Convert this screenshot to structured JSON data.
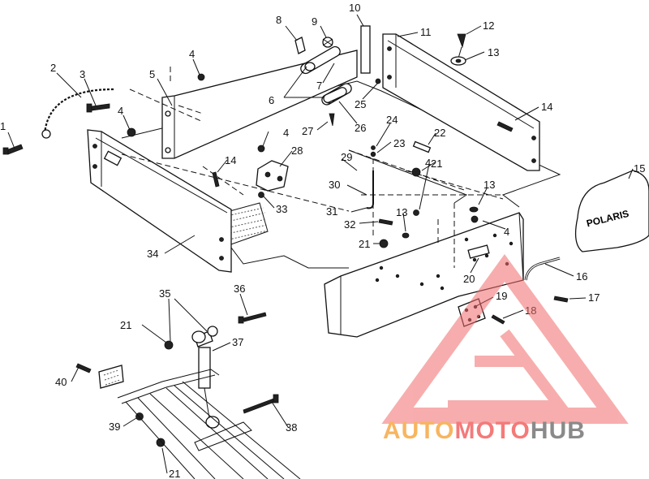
{
  "figure": {
    "callouts": [
      {
        "id": "c1",
        "label": "1"
      },
      {
        "id": "c2",
        "label": "2"
      },
      {
        "id": "c3",
        "label": "3"
      },
      {
        "id": "c4a",
        "label": "4"
      },
      {
        "id": "c4b",
        "label": "4"
      },
      {
        "id": "c4c",
        "label": "4"
      },
      {
        "id": "c4d",
        "label": "4"
      },
      {
        "id": "c4e",
        "label": "4"
      },
      {
        "id": "c5",
        "label": "5"
      },
      {
        "id": "c6",
        "label": "6"
      },
      {
        "id": "c7",
        "label": "7"
      },
      {
        "id": "c8",
        "label": "8"
      },
      {
        "id": "c9",
        "label": "9"
      },
      {
        "id": "c10",
        "label": "10"
      },
      {
        "id": "c11",
        "label": "11"
      },
      {
        "id": "c12",
        "label": "12"
      },
      {
        "id": "c13a",
        "label": "13"
      },
      {
        "id": "c13b",
        "label": "13"
      },
      {
        "id": "c13c",
        "label": "13"
      },
      {
        "id": "c14a",
        "label": "14"
      },
      {
        "id": "c14b",
        "label": "14"
      },
      {
        "id": "c15",
        "label": "15"
      },
      {
        "id": "c16",
        "label": "16"
      },
      {
        "id": "c17",
        "label": "17"
      },
      {
        "id": "c18",
        "label": "18"
      },
      {
        "id": "c19",
        "label": "19"
      },
      {
        "id": "c20",
        "label": "20"
      },
      {
        "id": "c21a",
        "label": "21"
      },
      {
        "id": "c21b",
        "label": "21"
      },
      {
        "id": "c21c",
        "label": "21"
      },
      {
        "id": "c21d",
        "label": "21"
      },
      {
        "id": "c22",
        "label": "22"
      },
      {
        "id": "c23",
        "label": "23"
      },
      {
        "id": "c24",
        "label": "24"
      },
      {
        "id": "c25",
        "label": "25"
      },
      {
        "id": "c26",
        "label": "26"
      },
      {
        "id": "c27",
        "label": "27"
      },
      {
        "id": "c28",
        "label": "28"
      },
      {
        "id": "c29",
        "label": "29"
      },
      {
        "id": "c30",
        "label": "30"
      },
      {
        "id": "c31",
        "label": "31"
      },
      {
        "id": "c32",
        "label": "32"
      },
      {
        "id": "c33",
        "label": "33"
      },
      {
        "id": "c34",
        "label": "34"
      },
      {
        "id": "c35",
        "label": "35"
      },
      {
        "id": "c36",
        "label": "36"
      },
      {
        "id": "c37",
        "label": "37"
      },
      {
        "id": "c38",
        "label": "38"
      },
      {
        "id": "c39",
        "label": "39"
      },
      {
        "id": "c40",
        "label": "40"
      }
    ],
    "brand_badge": "POLARIS"
  },
  "watermark": {
    "word_orange": "AUTO",
    "word_red": "MOTO",
    "word_gray": "HUB",
    "colors": {
      "orange": "#f7b560",
      "red": "#f47a7a",
      "gray": "#8a8a8a",
      "triangle": "#f26b6b"
    }
  }
}
